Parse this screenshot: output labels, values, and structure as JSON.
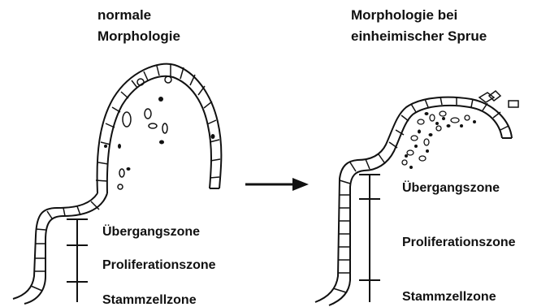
{
  "left_panel": {
    "title_line1": "normale",
    "title_line2": "Morphologie",
    "zones": {
      "transition": "Übergangszone",
      "proliferation": "Proliferationszone",
      "stem_cell": "Stammzellzone"
    }
  },
  "right_panel": {
    "title_line1": "Morphologie bei",
    "title_line2": "einheimischer Sprue",
    "zones": {
      "transition": "Übergangszone",
      "proliferation": "Proliferationszone",
      "stem_cell": "Stammzellzone"
    }
  },
  "colors": {
    "ink": "#111111",
    "background": "#ffffff"
  }
}
